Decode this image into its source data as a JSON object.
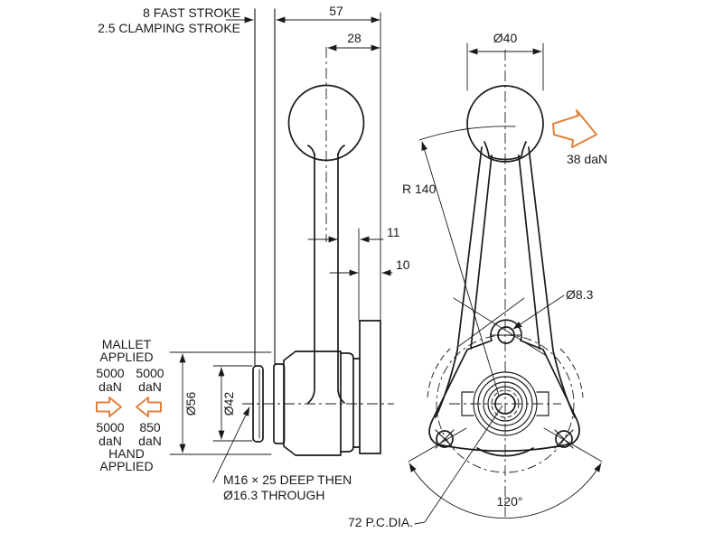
{
  "side_view": {
    "note_fast_stroke": "8 FAST STROKE",
    "note_clamping_stroke": "2.5 CLAMPING STROKE",
    "dim_57": "57",
    "dim_28": "28",
    "dim_11": "11",
    "dim_10": "10",
    "dim_dia56": "Ø56",
    "dim_dia42": "Ø42",
    "note_thread_1": "M16 × 25 DEEP THEN",
    "note_thread_2": "Ø16.3 THROUGH"
  },
  "front_view": {
    "dim_dia40": "Ø40",
    "dim_radius": "R 140",
    "force_ball": "38 daN",
    "dim_dia83": "Ø8.3",
    "dim_angle": "120°",
    "dim_pitch_circle": "72 P.C.DIA."
  },
  "force_block": {
    "mallet_line1": "MALLET",
    "mallet_line2": "APPLIED",
    "mallet_left_value": "5000",
    "mallet_left_unit": "daN",
    "mallet_right_value": "5000",
    "mallet_right_unit": "daN",
    "hand_left_value": "5000",
    "hand_left_unit": "daN",
    "hand_right_value": "850",
    "hand_right_unit": "daN",
    "hand_line1": "HAND",
    "hand_line2": "APPLIED"
  },
  "colors": {
    "line": "#1a1a1a",
    "accent": "#e2813f",
    "background": "#ffffff"
  }
}
